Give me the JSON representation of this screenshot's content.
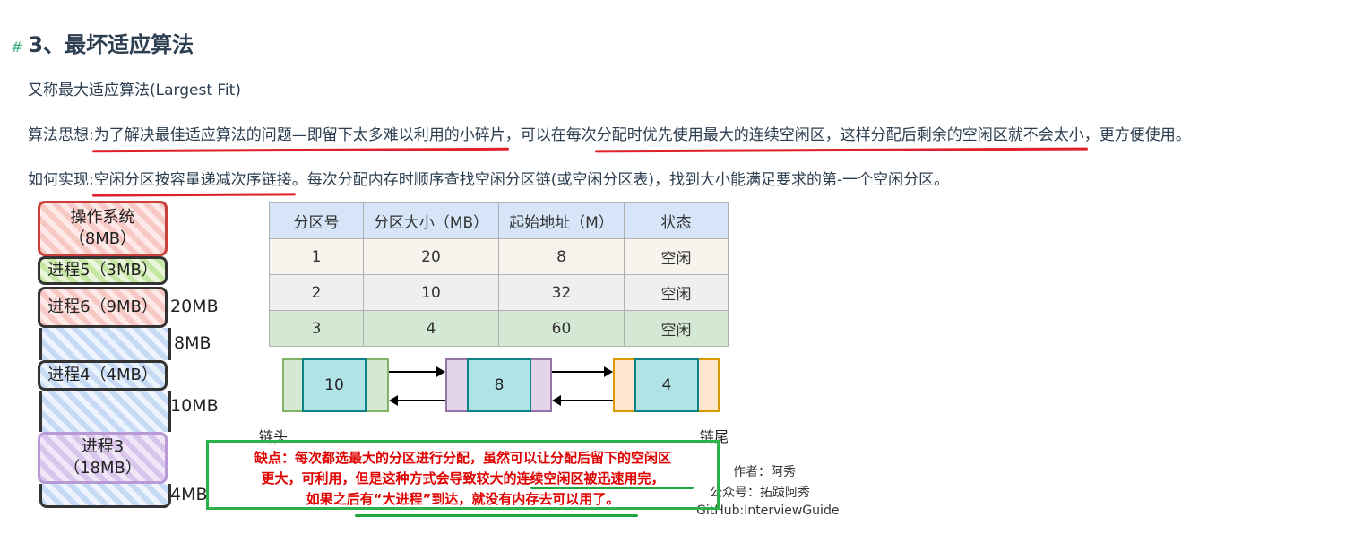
{
  "heading": {
    "hash": "#",
    "title": "3、最坏适应算法"
  },
  "alias": "又称最大适应算法(Largest Fit)",
  "idea": {
    "prefix": "算法思想:",
    "highlight1": "为了解决最佳适应算法的问题—即留下太多难以利用的小碎片",
    "middle": "，可以在每次",
    "highlight2": "分配时优先使用最大的连续空闲区，这样分配后剩余的空闲区就不会太小",
    "suffix": "，更方便使用。"
  },
  "impl": {
    "prefix": "如何实现:",
    "highlight": "空闲分区按容量递减次序链接",
    "suffix": "。每次分配内存时顺序查找空闲分区链(或空闲分区表)，找到大小能满足要求的第-一个空闲分区。"
  },
  "memory": {
    "os": "操作系统\n（8MB）",
    "p5": "进程5（3MB）",
    "p6": "进程6（9MB）",
    "p4": "进程4（4MB）",
    "p3": "进程3\n（18MB）",
    "sizes": [
      "20MB",
      "8MB",
      "10MB",
      "4MB"
    ]
  },
  "table": {
    "headers": [
      "分区号",
      "分区大小（MB）",
      "起始地址（M）",
      "状态"
    ],
    "rows": [
      [
        "1",
        "20",
        "8",
        "空闲"
      ],
      [
        "2",
        "10",
        "32",
        "空闲"
      ],
      [
        "3",
        "4",
        "60",
        "空闲"
      ]
    ]
  },
  "chain": {
    "nodes": [
      "10",
      "8",
      "4"
    ],
    "head": "链头",
    "tail": "链尾"
  },
  "note": {
    "line1": "缺点：每次都选最大的分区进行分配，虽然可以让分配后留下的空闲区",
    "line2": "更大，可利用，但是这种方式会导致较大的连续空闲区被迅速用完，",
    "line3": "如果之后有“大进程”到达，就没有内存去可以用了。"
  },
  "watermark": {
    "author": "作者：阿秀",
    "account": "公众号：拓跋阿秀",
    "github": "GitHub:InterviewGuide"
  },
  "colors": {
    "accent": "#3eaf7c",
    "underline": "#e0202a",
    "note_border": "#2bb24c",
    "note_text": "#e00000"
  }
}
